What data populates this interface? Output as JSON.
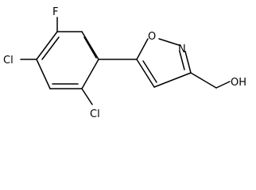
{
  "molecule": {
    "atoms": {
      "fluorine": "F",
      "chlorine_top": "Cl",
      "chlorine_bottom": "Cl",
      "oxygen_ring": "O",
      "nitrogen_ring": "N",
      "hydroxyl": "OH"
    }
  },
  "colors": {
    "bond": "#000000",
    "background": "#ffffff"
  }
}
